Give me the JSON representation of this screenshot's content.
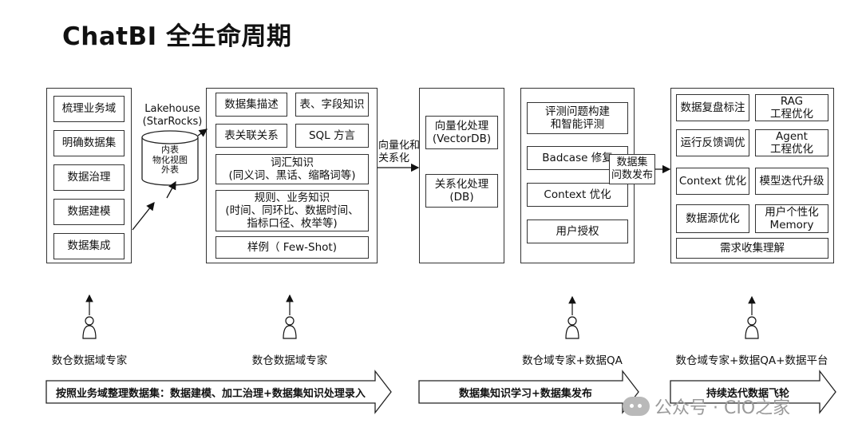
{
  "title": "ChatBI 全生命周期",
  "phase1": {
    "left_items": [
      "梳理业务域",
      "明确数据集",
      "数据治理",
      "数据建模",
      "数据集成"
    ],
    "lakehouse_label": "Lakehouse\n(StarRocks)",
    "cylinder_label": "内表\n物化视图\n外表",
    "knowledge": {
      "dataset_desc": "数据集描述",
      "table_field": "表、字段知识",
      "table_relation": "表关联关系",
      "sql_dialect": "SQL 方言",
      "vocab": "词汇知识\n(同义词、黑话、缩略词等)",
      "rules": "规则、业务知识\n(时间、同环比、数据时间、\n指标口径、枚举等)",
      "fewshot": "样例（ Few-Shot)"
    }
  },
  "vectorize_label": "向量化和\n关系化",
  "phase2": {
    "vector": "向量化处理\n(VectorDB)",
    "relation": "关系化处理\n(DB)"
  },
  "phase3": {
    "items": [
      "评测问题构建\n和智能评测",
      "Badcase 修复",
      "Context 优化",
      "用户授权"
    ]
  },
  "publish_label": "数据集\n问数发布",
  "phase4": {
    "items": [
      "数据复盘标注",
      "RAG\n工程优化",
      "运行反馈调优",
      "Agent\n工程优化",
      "Context 优化",
      "模型迭代升级",
      "数据源优化",
      "用户个性化\nMemory"
    ],
    "bottom": "需求收集理解"
  },
  "experts": [
    "数仓数据域专家",
    "数仓数据域专家",
    "数仓域专家+数据QA",
    "数仓域专家+数据QA+数据平台"
  ],
  "banners": [
    "按照业务域整理数据集：数据建模、加工治理+数据集知识处理录入",
    "数据集知识学习+数据集发布",
    "持续迭代数据飞轮"
  ],
  "watermark": "公众号 · CIO之家",
  "icons": [
    "person-icon",
    "wechat-icon"
  ]
}
